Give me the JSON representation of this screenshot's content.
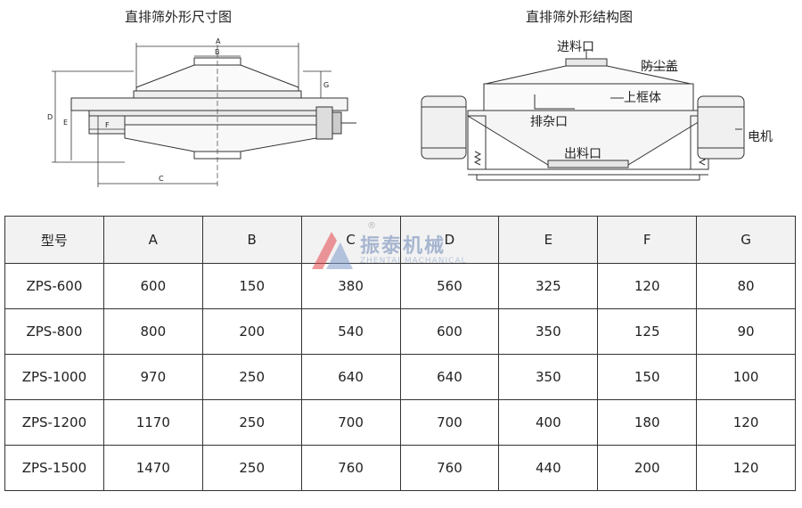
{
  "captions": {
    "left": "直排筛外形尺寸图",
    "right": "直排筛外形结构图"
  },
  "dimension_labels": {
    "a": "A",
    "b": "B",
    "c": "C",
    "d": "D",
    "e": "E",
    "f": "F",
    "g": "G"
  },
  "structure_labels": {
    "inlet": "进料口",
    "dust_cover": "防尘盖",
    "upper_frame": "上框体",
    "impurity_outlet": "排杂口",
    "motor": "电机",
    "outlet": "出料口"
  },
  "watermark": {
    "name": "振泰机械",
    "sub": "ZHENTAI MACHANICAL",
    "reg": "®"
  },
  "table": {
    "headers": [
      "型号",
      "A",
      "B",
      "C",
      "D",
      "E",
      "F",
      "G"
    ],
    "rows": [
      [
        "ZPS-600",
        "600",
        "150",
        "380",
        "560",
        "325",
        "120",
        "80"
      ],
      [
        "ZPS-800",
        "800",
        "200",
        "540",
        "600",
        "350",
        "125",
        "90"
      ],
      [
        "ZPS-1000",
        "970",
        "250",
        "640",
        "640",
        "350",
        "150",
        "100"
      ],
      [
        "ZPS-1200",
        "1170",
        "250",
        "700",
        "700",
        "400",
        "180",
        "120"
      ],
      [
        "ZPS-1500",
        "1470",
        "250",
        "760",
        "760",
        "440",
        "200",
        "120"
      ]
    ]
  }
}
